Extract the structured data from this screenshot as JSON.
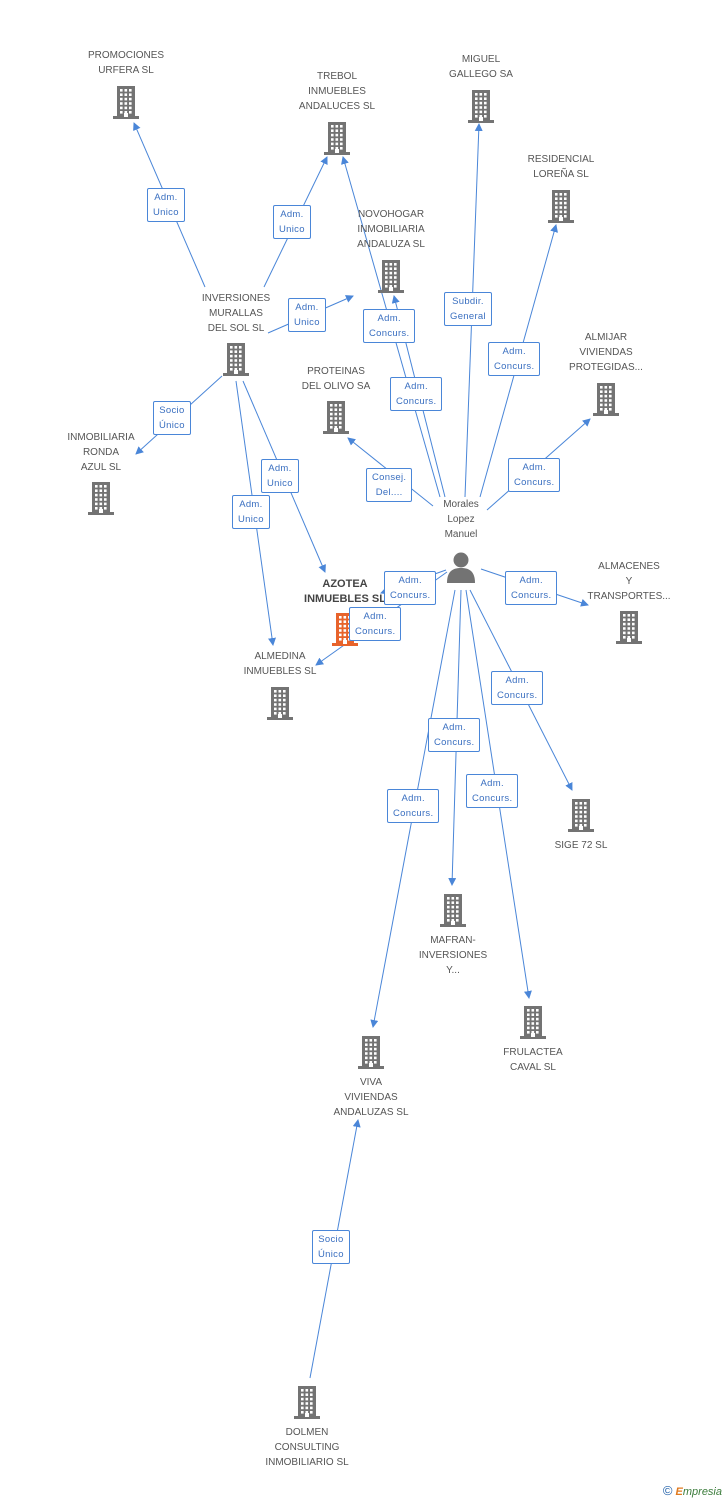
{
  "colors": {
    "edge": "#4a86d8",
    "node": "#737373",
    "focus": "#e8632b"
  },
  "nodes": [
    {
      "id": "promociones",
      "label": "PROMOCIONES\nURFERA SL"
    },
    {
      "id": "trebol",
      "label": "TREBOL\nINMUEBLES\nANDALUCES SL"
    },
    {
      "id": "miguel",
      "label": "MIGUEL\nGALLEGO SA"
    },
    {
      "id": "residencial",
      "label": "RESIDENCIAL\nLOREÑA SL"
    },
    {
      "id": "novohogar",
      "label": "NOVOHOGAR\nINMOBILIARIA\nANDALUZA SL"
    },
    {
      "id": "inversiones",
      "label": "INVERSIONES\nMURALLAS\nDEL SOL SL"
    },
    {
      "id": "almijar",
      "label": "ALMIJAR\nVIVIENDAS\nPROTEGIDAS..."
    },
    {
      "id": "proteinas",
      "label": "PROTEINAS\nDEL OLIVO SA"
    },
    {
      "id": "ronda",
      "label": "INMOBILIARIA\nRONDA\nAZUL SL"
    },
    {
      "id": "morales",
      "label": "Morales\nLopez\nManuel"
    },
    {
      "id": "azotea",
      "label": "AZOTEA\nINMUEBLES SL"
    },
    {
      "id": "almacenes",
      "label": "ALMACENES\nY\nTRANSPORTES..."
    },
    {
      "id": "almedina",
      "label": "ALMEDINA\nINMUEBLES SL"
    },
    {
      "id": "sige",
      "label": "SIGE 72 SL"
    },
    {
      "id": "mafran",
      "label": "MAFRAN-\nINVERSIONES\nY..."
    },
    {
      "id": "frulactea",
      "label": "FRULACTEA\nCAVAL SL"
    },
    {
      "id": "viva",
      "label": "VIVA\nVIVIENDAS\nANDALUZAS SL"
    },
    {
      "id": "dolmen",
      "label": "DOLMEN\nCONSULTING\nINMOBILIARIO SL"
    }
  ],
  "edges": [
    {
      "from": "inversiones",
      "to": "promociones",
      "label": "Adm.\nUnico"
    },
    {
      "from": "inversiones",
      "to": "trebol",
      "label": "Adm.\nUnico"
    },
    {
      "from": "inversiones",
      "to": "novohogar",
      "label": "Adm.\nUnico"
    },
    {
      "from": "inversiones",
      "to": "ronda",
      "label": "Socio\nÚnico"
    },
    {
      "from": "inversiones",
      "to": "azotea",
      "label": "Adm.\nUnico"
    },
    {
      "from": "inversiones",
      "to": "almedina",
      "label": "Adm.\nUnico"
    },
    {
      "from": "morales",
      "to": "trebol",
      "label": "Adm.\nConcurs."
    },
    {
      "from": "morales",
      "to": "novohogar",
      "label": "Adm.\nConcurs."
    },
    {
      "from": "morales",
      "to": "miguel",
      "label": "Subdir.\nGeneral"
    },
    {
      "from": "morales",
      "to": "residencial",
      "label": "Adm.\nConcurs."
    },
    {
      "from": "morales",
      "to": "almijar",
      "label": "Adm.\nConcurs."
    },
    {
      "from": "morales",
      "to": "proteinas",
      "label": "Consej.\nDel...."
    },
    {
      "from": "morales",
      "to": "azotea",
      "label": "Adm.\nConcurs."
    },
    {
      "from": "morales",
      "to": "almedina",
      "label": "Adm.\nConcurs."
    },
    {
      "from": "morales",
      "to": "almacenes",
      "label": "Adm.\nConcurs."
    },
    {
      "from": "morales",
      "to": "sige",
      "label": "Adm.\nConcurs."
    },
    {
      "from": "morales",
      "to": "mafran",
      "label": "Adm.\nConcurs."
    },
    {
      "from": "morales",
      "to": "frulactea",
      "label": "Adm.\nConcurs."
    },
    {
      "from": "morales",
      "to": "viva",
      "label": "Adm.\nConcurs."
    },
    {
      "from": "dolmen",
      "to": "viva",
      "label": "Socio\nÚnico"
    }
  ],
  "footer": {
    "copyright": "©",
    "brand_first": "E",
    "brand_rest": "mpresia"
  }
}
